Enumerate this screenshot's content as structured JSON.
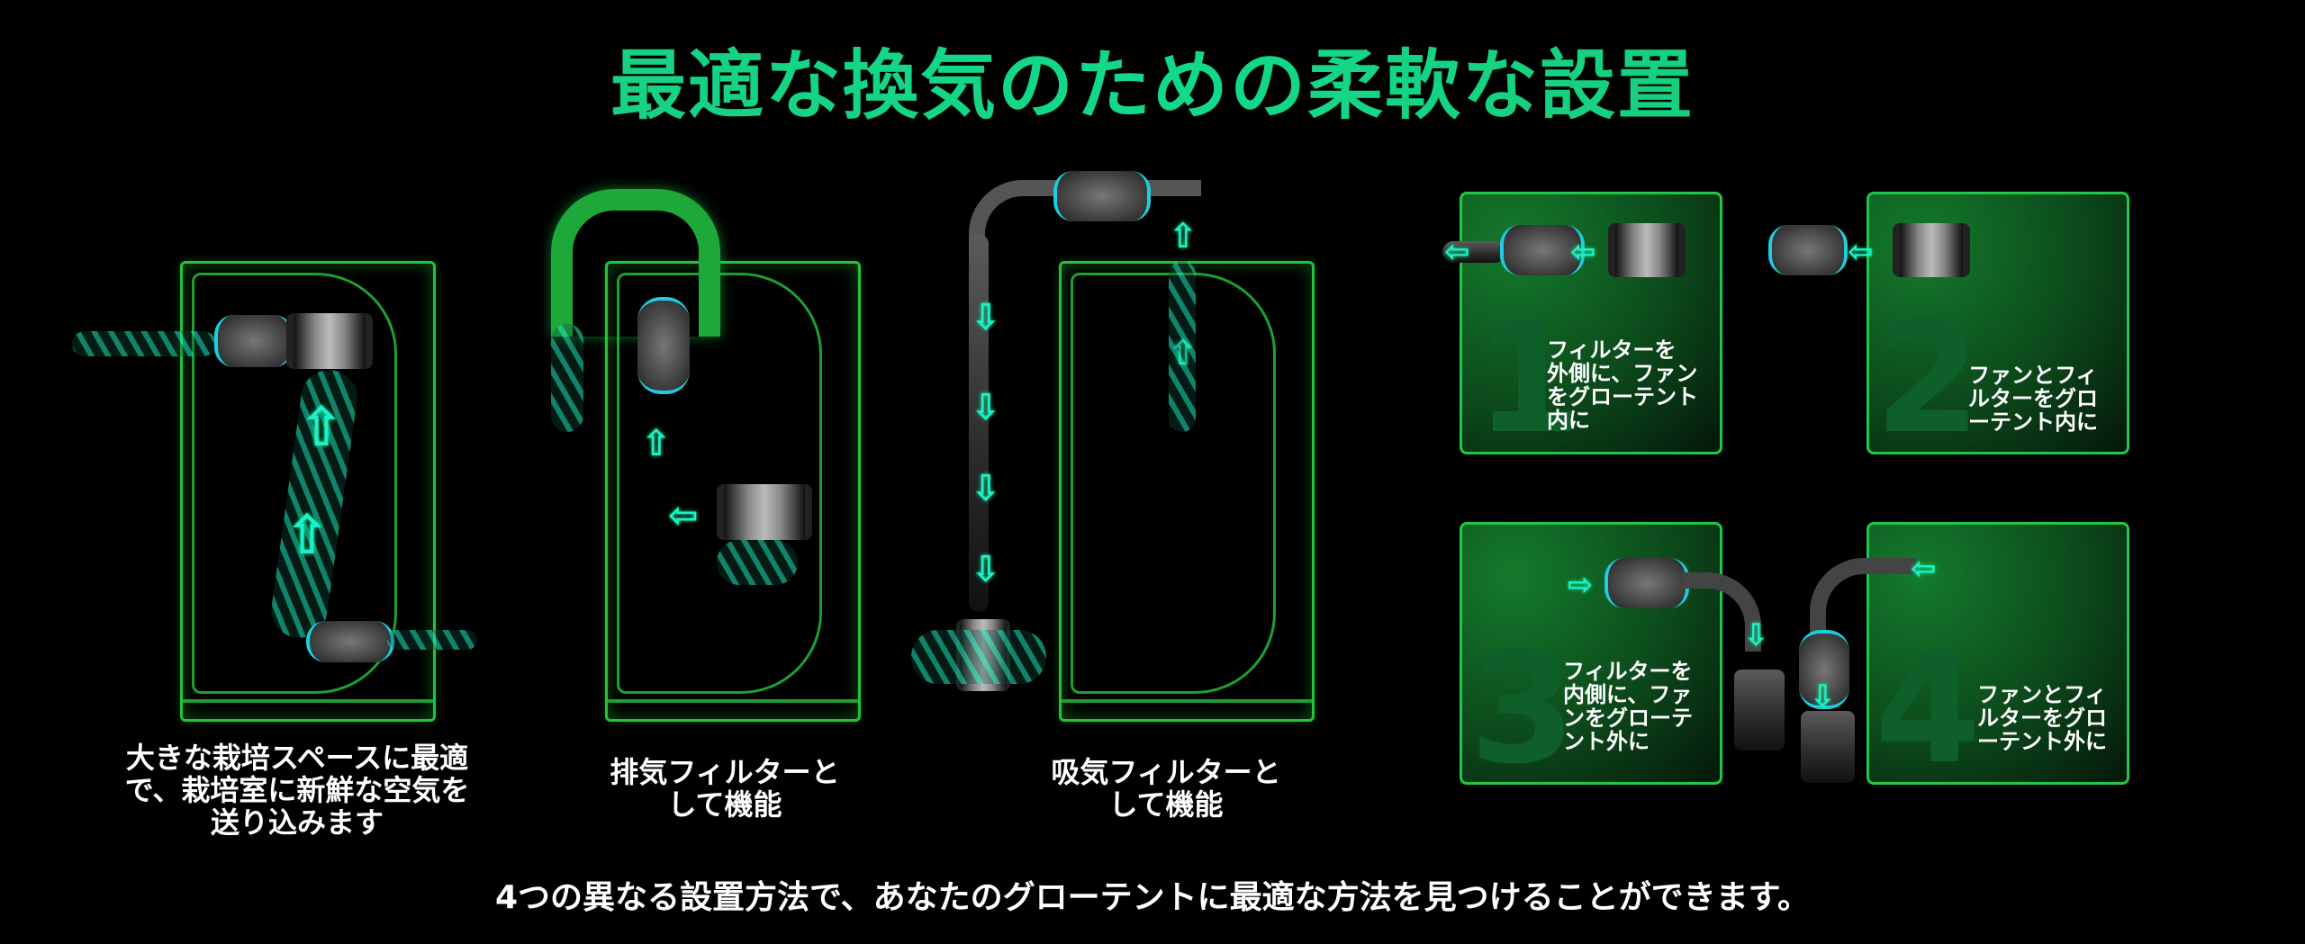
{
  "title": "最適な換気のための柔軟な設置",
  "captions": {
    "scene1": "大きな栽培スペースに最適\nで、栽培室に新鮮な空気を\n送り込みます",
    "scene2": "排気フィルターと\nして機能",
    "scene3": "吸気フィルターと\nして機能"
  },
  "panels": [
    {
      "number": "1",
      "text": "フィルターを\n外側に、ファン\nをグローテント\n内に"
    },
    {
      "number": "2",
      "text": "ファンとフィ\nルターをグロ\nーテント内に"
    },
    {
      "number": "3",
      "text": "フィルターを\n内側に、ファ\nンをグローテ\nント外に"
    },
    {
      "number": "4",
      "text": "ファンとフィ\nルターをグロ\nーテント外に"
    }
  ],
  "bottom_text": "4つの異なる設置方法で、あなたのグローテントに最適な方法を見つけることができます。",
  "icons": {
    "arrow_up": "⇧",
    "arrow_down": "⇩",
    "arrow_left": "⇦"
  },
  "colors": {
    "accent": "#1ec848",
    "title_green": "#12d98a",
    "background": "#000000"
  }
}
